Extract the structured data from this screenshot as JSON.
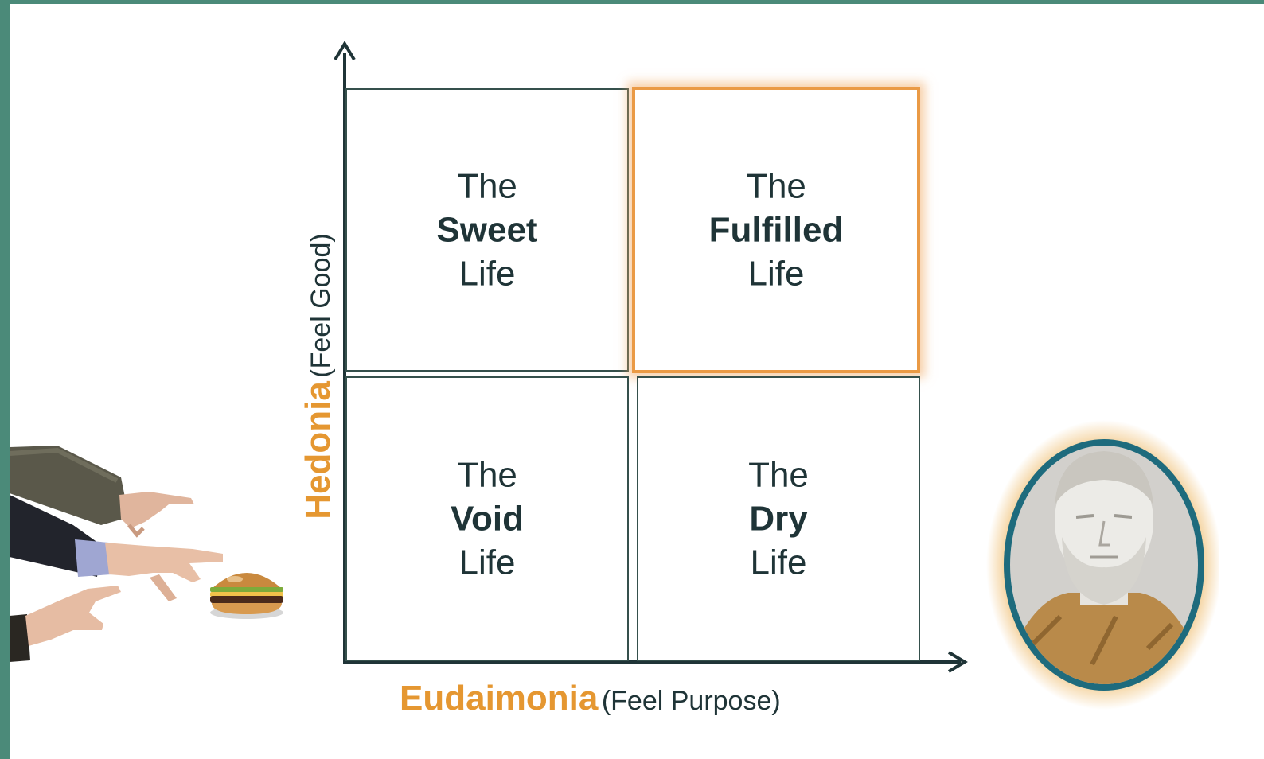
{
  "quadrants": {
    "top_left": {
      "line1": "The",
      "line2": "Sweet",
      "line3": "Life"
    },
    "top_right": {
      "line1": "The",
      "line2": "Fulfilled",
      "line3": "Life"
    },
    "bottom_left": {
      "line1": "The",
      "line2": "Void",
      "line3": "Life"
    },
    "bottom_right": {
      "line1": "The",
      "line2": "Dry",
      "line3": "Life"
    }
  },
  "y_axis": {
    "title": "Hedonia",
    "subtitle": "(Feel Good)"
  },
  "x_axis": {
    "title": "Eudaimonia",
    "subtitle": "(Feel Purpose)"
  },
  "colors": {
    "frame": "#4b8a79",
    "accent": "#e59731",
    "ink": "#1f3437",
    "highlight_border": "#ea9a45",
    "portrait_ring": "#1e6b7d"
  },
  "images": {
    "left": "hands-reaching-for-burger",
    "right": "aristotle-bust-portrait"
  }
}
